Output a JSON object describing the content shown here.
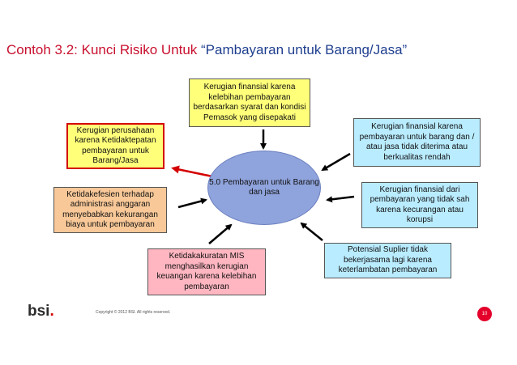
{
  "title": {
    "part1": "Contoh 3.2: Kunci Risiko Untuk ",
    "part2": "“Pambayaran untuk Barang/Jasa”"
  },
  "center": [
    "5.0",
    "Pembayaran",
    "untuk Barang",
    "dan jasa"
  ],
  "boxes": {
    "top": [
      "Kerugian finansial karena",
      "kelebihan pembayaran",
      "berdasarkan syarat dan kondisi",
      "Pemasok yang disepakati"
    ],
    "top_left": [
      "Kerugian perusahaan",
      "karena Ketidaktepatan",
      "pembayaran untuk",
      "Barang/Jasa"
    ],
    "top_right": [
      "Kerugian finansial karena",
      "pembayaran untuk barang dan /",
      "atau jasa tidak diterima atau",
      "berkualitas rendah"
    ],
    "mid_left": [
      "Ketidakefesien terhadap",
      "administrasi anggaran",
      "menyebabkan kekurangan",
      "biaya untuk pembayaran"
    ],
    "mid_right": [
      "Kerugian finansial dari",
      "pembayaran yang tidak sah",
      "karena kecurangan atau",
      "korupsi"
    ],
    "bottom_center": [
      "Ketidakakuratan MIS",
      "menghasilkan kerugian",
      "keuangan karena kelebihan",
      "pembayaran"
    ],
    "bottom_right": [
      "Potensial Suplier tidak",
      "bekerjasama lagi karena",
      "keterlambatan pembayaran"
    ]
  },
  "colors": {
    "title_red": "#c8102e",
    "title_blue": "#1f3f8f",
    "arrow_black": "#000000",
    "arrow_red": "#d40000",
    "circle_fill": "#8fa3dc"
  },
  "footer": {
    "logo_text": "bsi",
    "logo_dot": ".",
    "copyright": "Copyright © 2012 BSI. All rights reserved.",
    "page": "10"
  }
}
